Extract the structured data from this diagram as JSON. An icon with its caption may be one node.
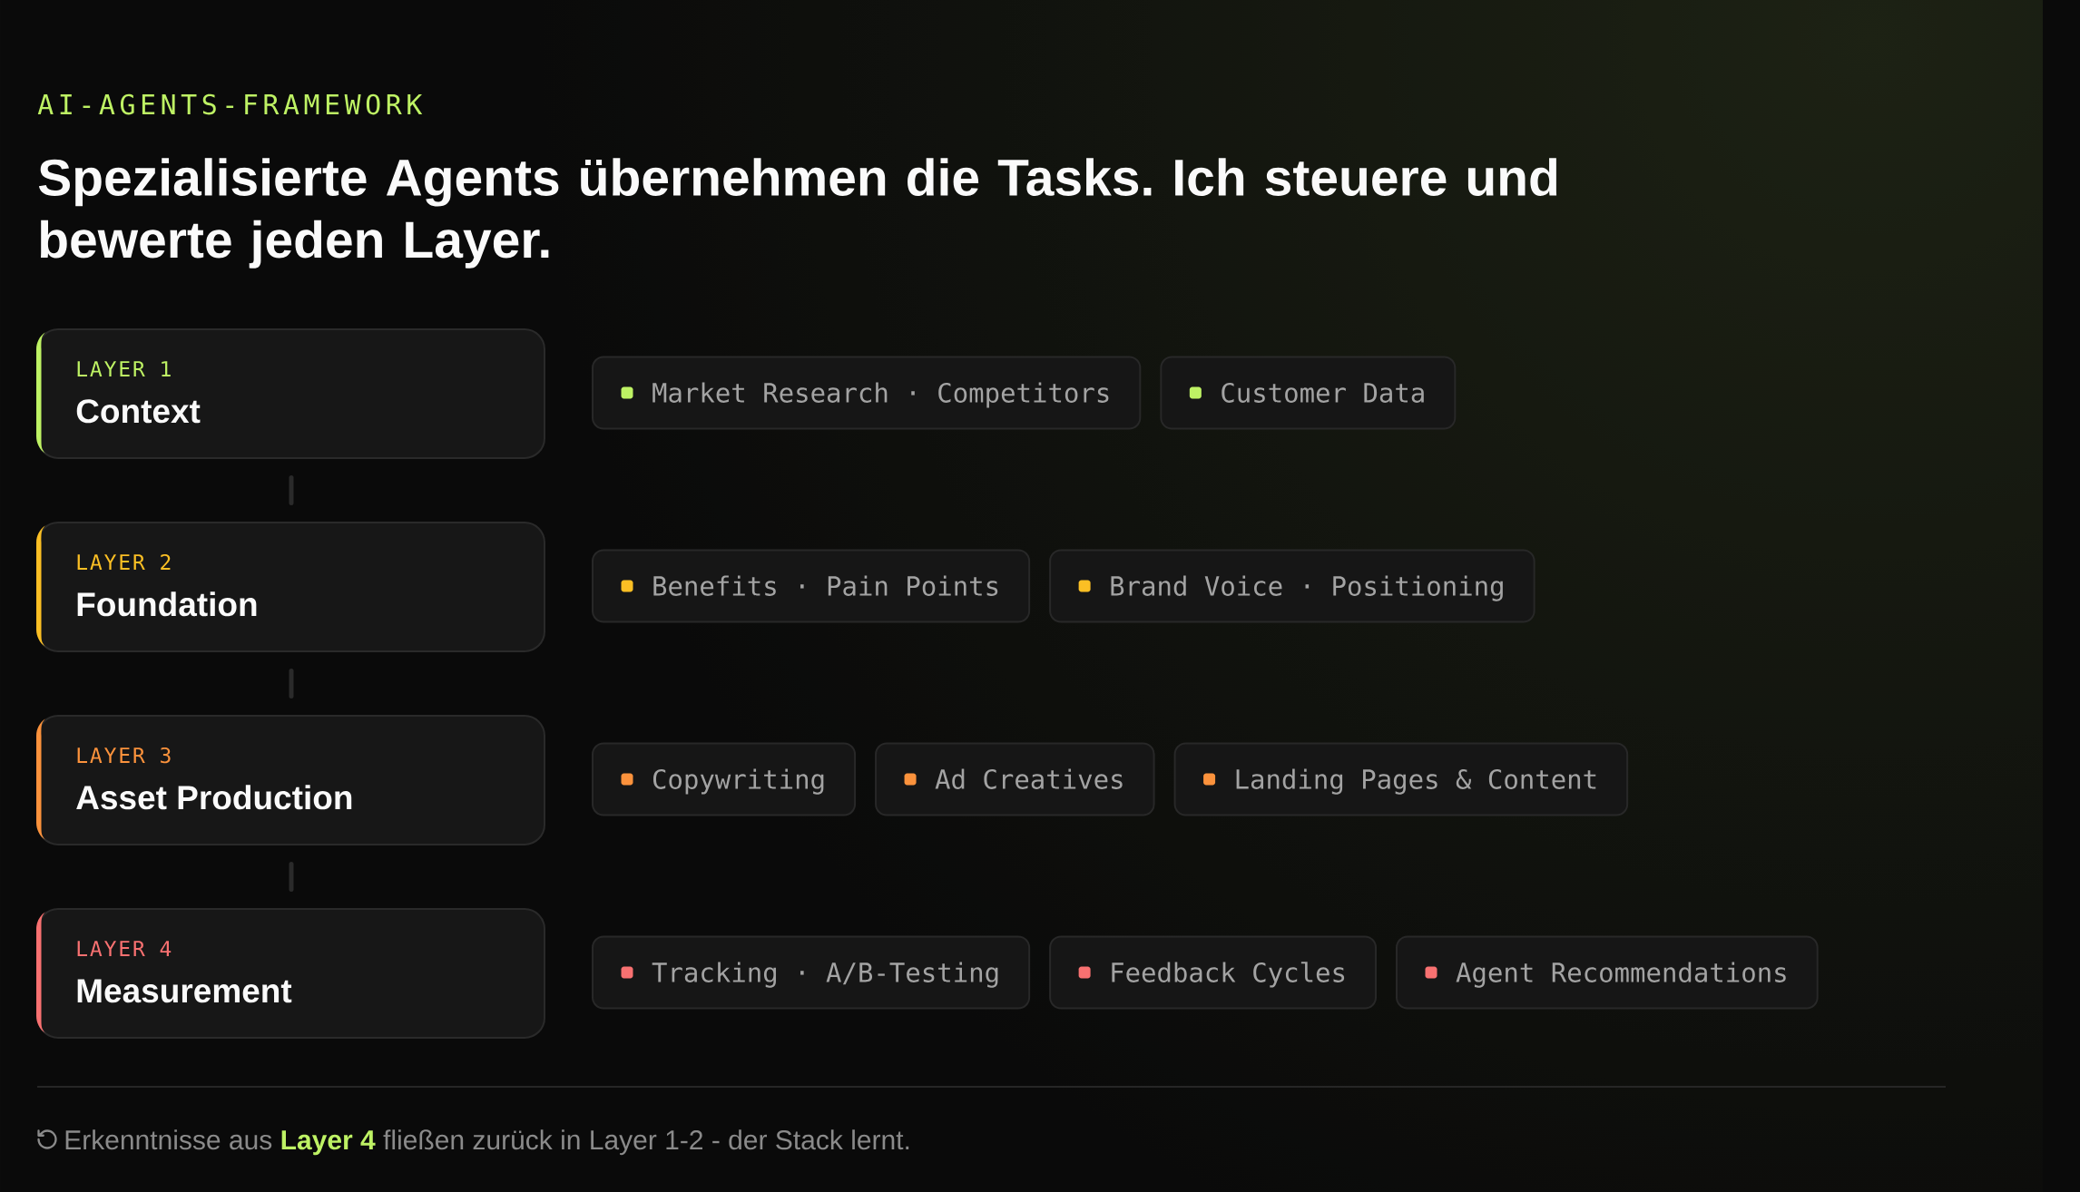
{
  "diagram": {
    "title": "Spezialisierte Agents übernehmen die Tasks. Ich steuere und bewerte jeden Layer.",
    "nodes": [
      {
        "text": [
          "LAYER 1",
          "Context"
        ]
      },
      {
        "text": [
          "Market Research · Competitors"
        ]
      },
      {
        "text": [
          "Customer Data"
        ]
      },
      {
        "text": [
          "LAYER 2",
          "Foundation"
        ]
      },
      {
        "text": [
          "Benefits · Pain Points"
        ]
      },
      {
        "text": [
          "Brand Voice · Positioning"
        ]
      },
      {
        "text": [
          "LAYER 3",
          "Asset Production"
        ]
      },
      {
        "text": [
          "Copywriting"
        ]
      },
      {
        "text": [
          "Ad Creatives"
        ]
      },
      {
        "text": [
          "Landing Pages & Content"
        ]
      },
      {
        "text": [
          "LAYER 4",
          "Measurement"
        ]
      },
      {
        "text": [
          "Tracking · A/B-Testing"
        ]
      },
      {
        "text": [
          "Feedback Cycles"
        ]
      },
      {
        "text": [
          "Agent Recommendations"
        ]
      }
    ],
    "edges": [
      {
        "from": 0,
        "to": 3,
        "arrow": "none"
      },
      {
        "from": 3,
        "to": 6,
        "arrow": "none"
      },
      {
        "from": 6,
        "to": 10,
        "arrow": "none"
      }
    ],
    "labels": [
      "AI-AGENTS-FRAMEWORK",
      "Erkenntnisse aus **Layer 4** fließen zurück in Layer 1-2 - der Stack lernt."
    ]
  }
}
